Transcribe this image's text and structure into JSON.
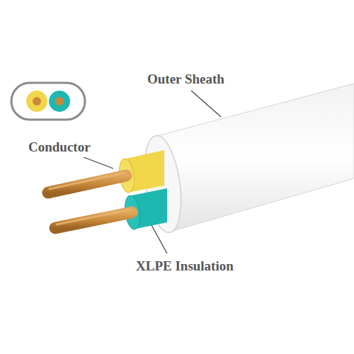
{
  "diagram": {
    "labels": [
      "Outer Sheath",
      "Conductor",
      "XLPE Insulation"
    ]
  }
}
